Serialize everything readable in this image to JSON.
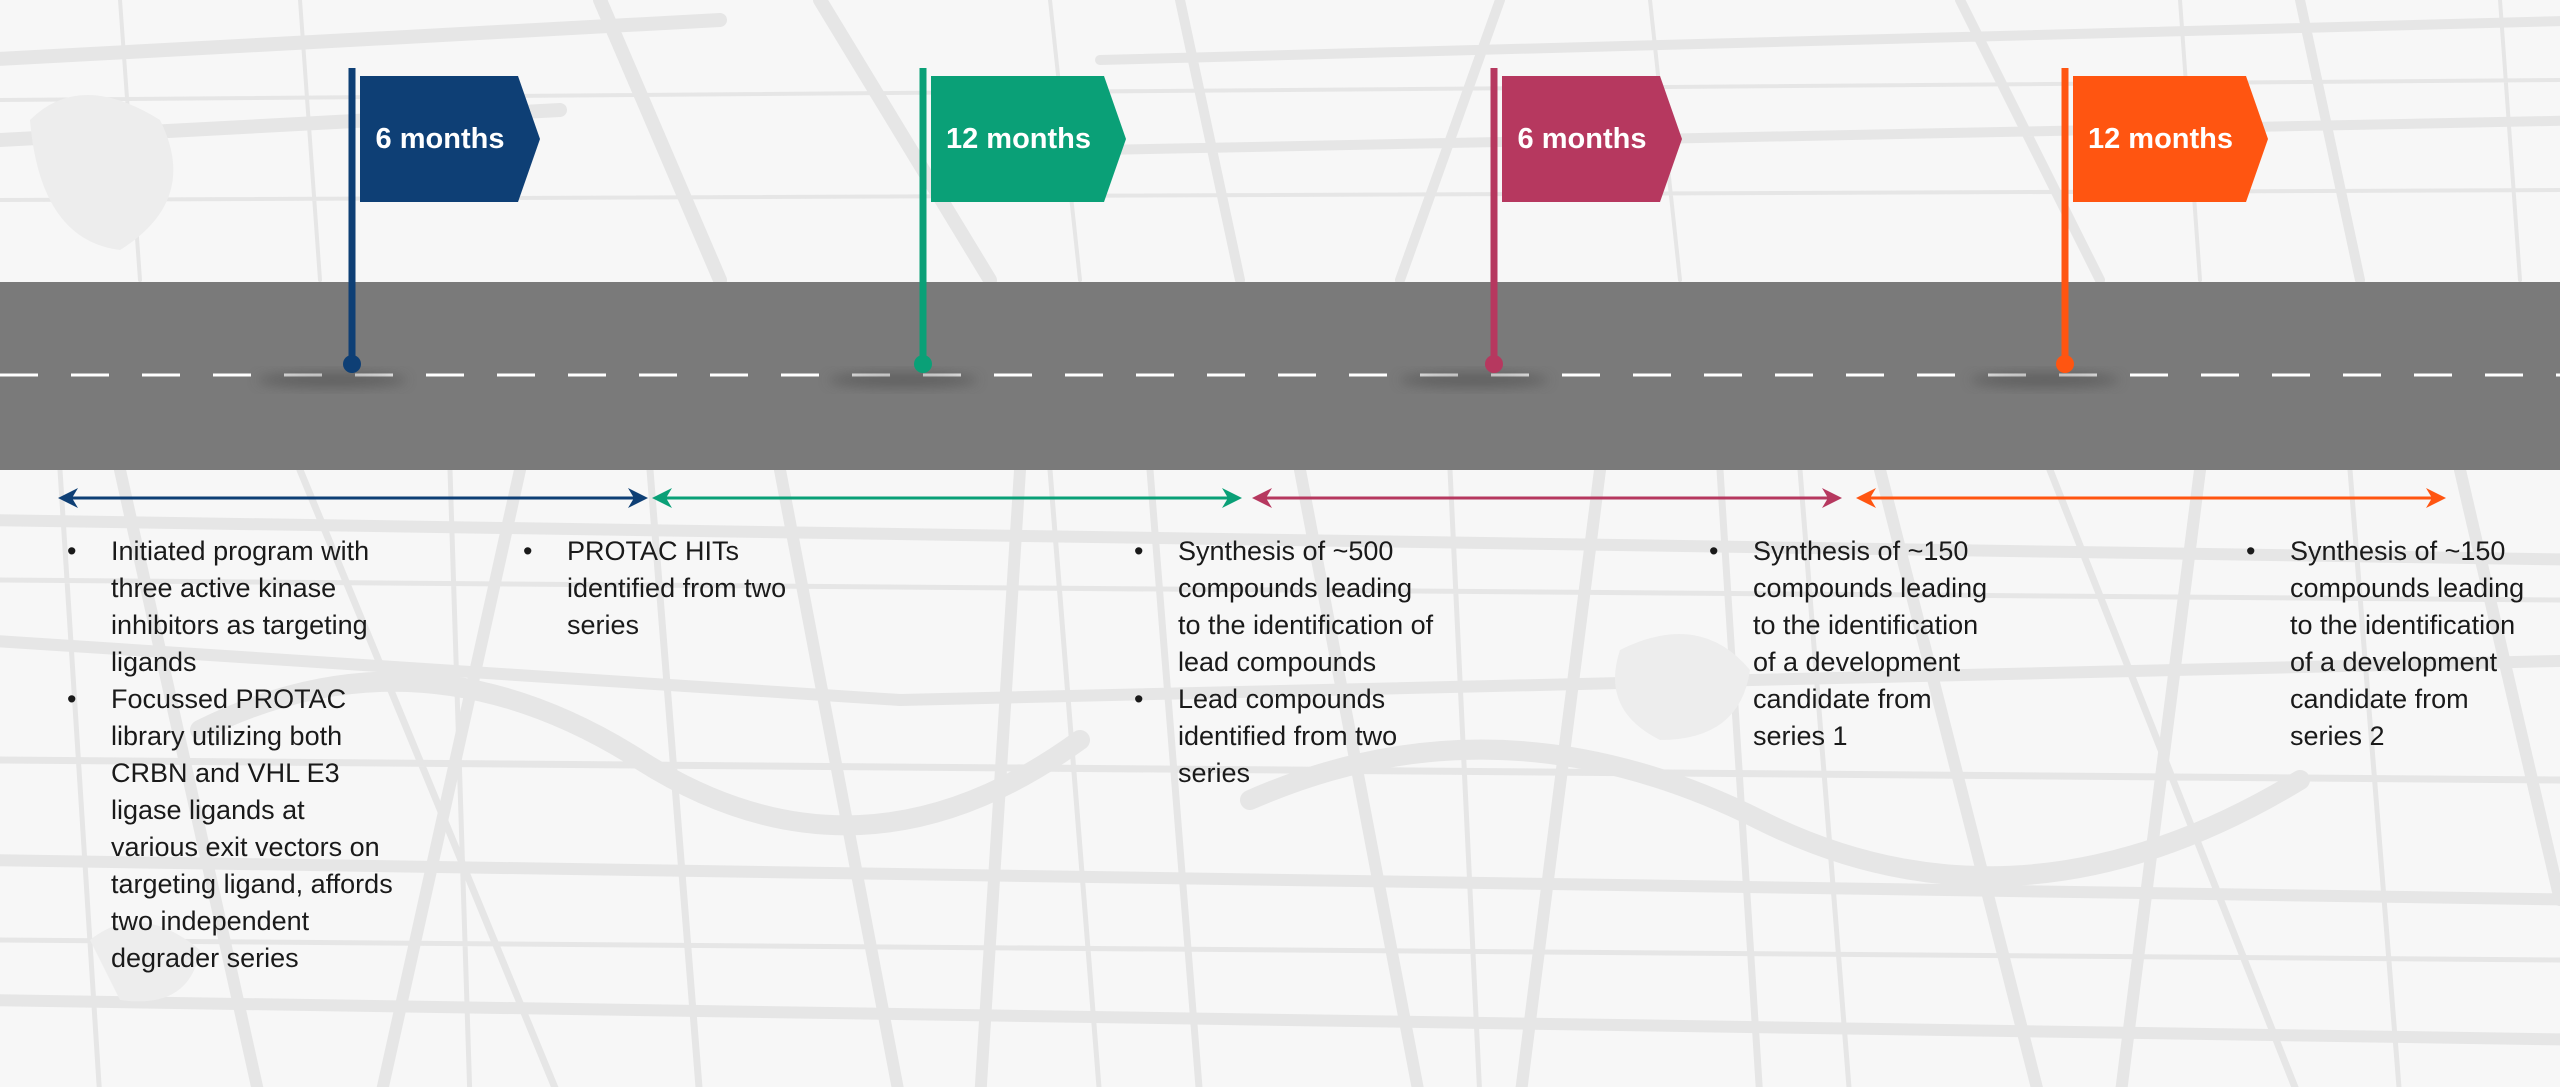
{
  "colors": {
    "background": "#f7f7f7",
    "map_streets": "#e6e6e6",
    "road": "#7a7a7a",
    "lane_marking": "#ffffff",
    "phase_1": "#0e3f75",
    "phase_2": "#0aa077",
    "phase_3": "#b6385f",
    "phase_4": "#ff5511"
  },
  "phases": [
    {
      "duration": "6 months",
      "color": "#0e3f75",
      "notes": [
        "Initiated program with three active kinase inhibitors as targeting ligands",
        "Focussed PROTAC library utilizing both CRBN and VHL E3 ligase ligands at various exit vectors on targeting ligand, affords two independent degrader series"
      ]
    },
    {
      "duration": "12 months",
      "color": "#0aa077",
      "notes": [
        "PROTAC HITs identified from two series"
      ]
    },
    {
      "duration": "6 months",
      "color": "#b6385f",
      "notes": [
        "Synthesis of ~500 compounds leading to the identification of lead compounds",
        "Lead compounds identified from two series"
      ]
    },
    {
      "duration": "12 months",
      "color": "#ff5511",
      "notes": [
        "Synthesis of ~150 compounds leading to the identification of a development candidate from series 1"
      ]
    }
  ],
  "final_notes": [
    "Synthesis of ~150 compounds leading to the identification of a development candidate from series 2"
  ]
}
